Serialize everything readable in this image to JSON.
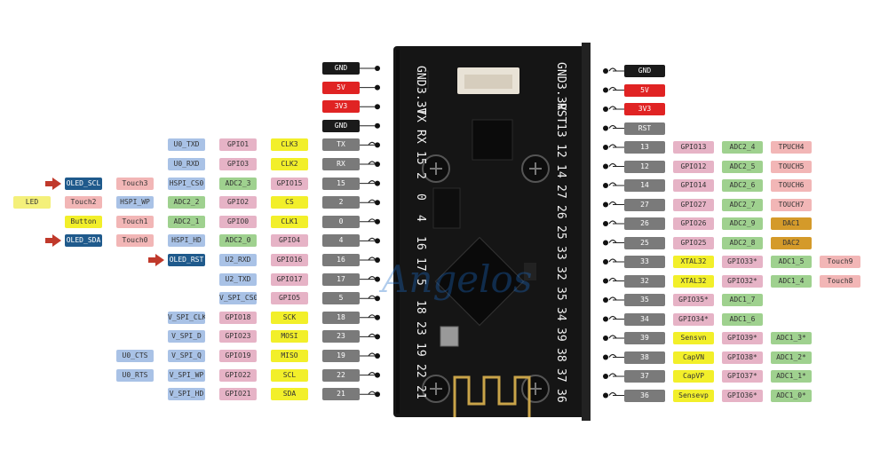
{
  "colors": {
    "black": "#1a1a1a",
    "red": "#e02323",
    "gray": "#7a7a7a",
    "pink": "#e6b3c6",
    "yellow": "#f2ef2a",
    "green": "#9fd18f",
    "blue": "#a9c2e6",
    "navy": "#1f5a8c",
    "lightred": "#f2b6b6",
    "orange": "#d49a2a",
    "ledyellow": "#f4f07a"
  },
  "watermark": "Angelos",
  "board": {
    "left_silk": [
      "GND",
      "3.3V",
      "TX",
      "RX",
      "15",
      "2",
      "0",
      "4",
      "16",
      "17",
      "5",
      "18",
      "23",
      "19",
      "22",
      "21"
    ],
    "right_silk": [
      "GND",
      "3.3V",
      "RST",
      "13",
      "12",
      "14",
      "27",
      "26",
      "25",
      "33",
      "32",
      "35",
      "34",
      "39",
      "38",
      "37",
      "36"
    ]
  },
  "left_rows": [
    {
      "labels": [
        {
          "t": "GND",
          "c": "black"
        }
      ]
    },
    {
      "labels": [
        {
          "t": "5V",
          "c": "red"
        }
      ]
    },
    {
      "labels": [
        {
          "t": "3V3",
          "c": "red"
        }
      ]
    },
    {
      "labels": [
        {
          "t": "GND",
          "c": "black"
        }
      ]
    },
    {
      "labels": [
        {
          "t": "U0_TXD",
          "c": "blue"
        },
        {
          "t": "GPIO1",
          "c": "pink"
        },
        {
          "t": "CLK3",
          "c": "yellow"
        },
        {
          "t": "TX",
          "c": "gray"
        }
      ]
    },
    {
      "labels": [
        {
          "t": "U0_RXD",
          "c": "blue"
        },
        {
          "t": "GPIO3",
          "c": "pink"
        },
        {
          "t": "CLK2",
          "c": "yellow"
        },
        {
          "t": "RX",
          "c": "gray"
        }
      ]
    },
    {
      "arrow": true,
      "labels": [
        {
          "t": "OLED_SCL",
          "c": "navy"
        },
        {
          "t": "Touch3",
          "c": "lightred"
        },
        {
          "t": "HSPI_CS0",
          "c": "blue"
        },
        {
          "t": "ADC2_3",
          "c": "green"
        },
        {
          "t": "GPIO15",
          "c": "pink"
        },
        {
          "t": "15",
          "c": "gray"
        }
      ]
    },
    {
      "labels": [
        {
          "t": "LED",
          "c": "ledyellow"
        },
        {
          "t": "Touch2",
          "c": "lightred"
        },
        {
          "t": "HSPI_WP",
          "c": "blue"
        },
        {
          "t": "ADC2_2",
          "c": "green"
        },
        {
          "t": "GPIO2",
          "c": "pink"
        },
        {
          "t": "CS",
          "c": "yellow"
        },
        {
          "t": "2",
          "c": "gray"
        }
      ]
    },
    {
      "labels": [
        {
          "t": "Button",
          "c": "yellow"
        },
        {
          "t": "Touch1",
          "c": "lightred"
        },
        {
          "t": "ADC2_1",
          "c": "green"
        },
        {
          "t": "GPIO0",
          "c": "pink"
        },
        {
          "t": "CLK1",
          "c": "yellow"
        },
        {
          "t": "0",
          "c": "gray"
        }
      ]
    },
    {
      "arrow": true,
      "labels": [
        {
          "t": "OLED_SDA",
          "c": "navy"
        },
        {
          "t": "Touch0",
          "c": "lightred"
        },
        {
          "t": "HSPI_HD",
          "c": "blue"
        },
        {
          "t": "ADC2_0",
          "c": "green"
        },
        {
          "t": "GPIO4",
          "c": "pink"
        },
        {
          "t": "4",
          "c": "gray"
        }
      ]
    },
    {
      "arrow": true,
      "labels": [
        {
          "t": "OLED_RST",
          "c": "navy"
        },
        {
          "t": "U2_RXD",
          "c": "blue"
        },
        {
          "t": "GPIO16",
          "c": "pink"
        },
        {
          "t": "16",
          "c": "gray"
        }
      ]
    },
    {
      "labels": [
        {
          "t": "U2_TXD",
          "c": "blue"
        },
        {
          "t": "GPIO17",
          "c": "pink"
        },
        {
          "t": "17",
          "c": "gray"
        }
      ]
    },
    {
      "labels": [
        {
          "t": "V_SPI_CS0",
          "c": "blue"
        },
        {
          "t": "GPIO5",
          "c": "pink"
        },
        {
          "t": "5",
          "c": "gray"
        }
      ]
    },
    {
      "labels": [
        {
          "t": "V_SPI_CLK",
          "c": "blue"
        },
        {
          "t": "GPIO18",
          "c": "pink"
        },
        {
          "t": "SCK",
          "c": "yellow"
        },
        {
          "t": "18",
          "c": "gray"
        }
      ]
    },
    {
      "labels": [
        {
          "t": "V_SPI_D",
          "c": "blue"
        },
        {
          "t": "GPIO23",
          "c": "pink"
        },
        {
          "t": "MOSI",
          "c": "yellow"
        },
        {
          "t": "23",
          "c": "gray"
        }
      ]
    },
    {
      "labels": [
        {
          "t": "U0_CTS",
          "c": "blue"
        },
        {
          "t": "V_SPI_Q",
          "c": "blue"
        },
        {
          "t": "GPIO19",
          "c": "pink"
        },
        {
          "t": "MISO",
          "c": "yellow"
        },
        {
          "t": "19",
          "c": "gray"
        }
      ]
    },
    {
      "labels": [
        {
          "t": "U0_RTS",
          "c": "blue"
        },
        {
          "t": "V_SPI_WP",
          "c": "blue"
        },
        {
          "t": "GPIO22",
          "c": "pink"
        },
        {
          "t": "SCL",
          "c": "yellow"
        },
        {
          "t": "22",
          "c": "gray"
        }
      ]
    },
    {
      "labels": [
        {
          "t": "V_SPI_HD",
          "c": "blue"
        },
        {
          "t": "GPIO21",
          "c": "pink"
        },
        {
          "t": "SDA",
          "c": "yellow"
        },
        {
          "t": "21",
          "c": "gray"
        }
      ]
    }
  ],
  "right_rows": [
    {
      "labels": [
        {
          "t": "GND",
          "c": "black"
        }
      ]
    },
    {
      "labels": [
        {
          "t": "5V",
          "c": "red"
        }
      ]
    },
    {
      "labels": [
        {
          "t": "3V3",
          "c": "red"
        }
      ]
    },
    {
      "labels": [
        {
          "t": "RST",
          "c": "gray"
        }
      ]
    },
    {
      "labels": [
        {
          "t": "13",
          "c": "gray"
        },
        {
          "t": "GPIO13",
          "c": "pink"
        },
        {
          "t": "ADC2_4",
          "c": "green"
        },
        {
          "t": "TPUCH4",
          "c": "lightred"
        }
      ]
    },
    {
      "labels": [
        {
          "t": "12",
          "c": "gray"
        },
        {
          "t": "GPIO12",
          "c": "pink"
        },
        {
          "t": "ADC2_5",
          "c": "green"
        },
        {
          "t": "TOUCH5",
          "c": "lightred"
        }
      ]
    },
    {
      "labels": [
        {
          "t": "14",
          "c": "gray"
        },
        {
          "t": "GPIO14",
          "c": "pink"
        },
        {
          "t": "ADC2_6",
          "c": "green"
        },
        {
          "t": "TOUCH6",
          "c": "lightred"
        }
      ]
    },
    {
      "labels": [
        {
          "t": "27",
          "c": "gray"
        },
        {
          "t": "GPIO27",
          "c": "pink"
        },
        {
          "t": "ADC2_7",
          "c": "green"
        },
        {
          "t": "TOUCH7",
          "c": "lightred"
        }
      ]
    },
    {
      "labels": [
        {
          "t": "26",
          "c": "gray"
        },
        {
          "t": "GPIO26",
          "c": "pink"
        },
        {
          "t": "ADC2_9",
          "c": "green"
        },
        {
          "t": "DAC1",
          "c": "orange"
        }
      ]
    },
    {
      "labels": [
        {
          "t": "25",
          "c": "gray"
        },
        {
          "t": "GPIO25",
          "c": "pink"
        },
        {
          "t": "ADC2_8",
          "c": "green"
        },
        {
          "t": "DAC2",
          "c": "orange"
        }
      ]
    },
    {
      "labels": [
        {
          "t": "33",
          "c": "gray"
        },
        {
          "t": "XTAL32",
          "c": "yellow"
        },
        {
          "t": "GPIO33*",
          "c": "pink"
        },
        {
          "t": "ADC1_5",
          "c": "green"
        },
        {
          "t": "Touch9",
          "c": "lightred"
        }
      ]
    },
    {
      "labels": [
        {
          "t": "32",
          "c": "gray"
        },
        {
          "t": "XTAL32",
          "c": "yellow"
        },
        {
          "t": "GPIO32*",
          "c": "pink"
        },
        {
          "t": "ADC1_4",
          "c": "green"
        },
        {
          "t": "Touch8",
          "c": "lightred"
        }
      ]
    },
    {
      "labels": [
        {
          "t": "35",
          "c": "gray"
        },
        {
          "t": "GPIO35*",
          "c": "pink"
        },
        {
          "t": "ADC1_7",
          "c": "green"
        }
      ]
    },
    {
      "labels": [
        {
          "t": "34",
          "c": "gray"
        },
        {
          "t": "GPIO34*",
          "c": "pink"
        },
        {
          "t": "ADC1_6",
          "c": "green"
        }
      ]
    },
    {
      "labels": [
        {
          "t": "39",
          "c": "gray"
        },
        {
          "t": "Sensvn",
          "c": "yellow"
        },
        {
          "t": "GPIO39*",
          "c": "pink"
        },
        {
          "t": "ADC1_3*",
          "c": "green"
        }
      ]
    },
    {
      "labels": [
        {
          "t": "38",
          "c": "gray"
        },
        {
          "t": "CapVN",
          "c": "yellow"
        },
        {
          "t": "GPIO38*",
          "c": "pink"
        },
        {
          "t": "ADC1_2*",
          "c": "green"
        }
      ]
    },
    {
      "labels": [
        {
          "t": "37",
          "c": "gray"
        },
        {
          "t": "CapVP",
          "c": "yellow"
        },
        {
          "t": "GPIO37*",
          "c": "pink"
        },
        {
          "t": "ADC1_1*",
          "c": "green"
        }
      ]
    },
    {
      "labels": [
        {
          "t": "36",
          "c": "gray"
        },
        {
          "t": "Sensevp",
          "c": "yellow"
        },
        {
          "t": "GPIO36*",
          "c": "pink"
        },
        {
          "t": "ADC1_0*",
          "c": "green"
        }
      ]
    }
  ]
}
